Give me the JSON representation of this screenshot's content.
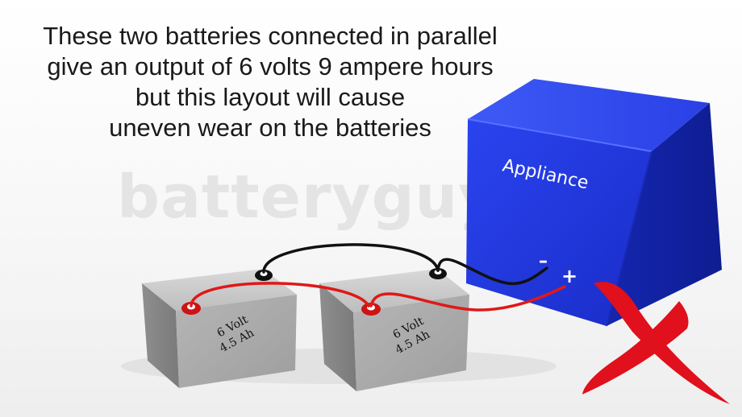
{
  "caption": {
    "lines": [
      "These two batteries connected in parallel",
      "give an output of 6 volts 9 ampere hours",
      "but this layout will cause",
      "uneven wear on the batteries"
    ]
  },
  "watermark": "batteryguy.com",
  "appliance": {
    "label": "Appliance",
    "minus": "–",
    "plus": "+",
    "color": "#1f33d6"
  },
  "batteries": [
    {
      "voltage": "6 Volt",
      "capacity": "4.5 Ah"
    },
    {
      "voltage": "6 Volt",
      "capacity": "4.5 Ah"
    }
  ],
  "wires": {
    "positive_color": "#e01818",
    "negative_color": "#111111"
  },
  "cross_mark": {
    "color": "#e0101c"
  }
}
